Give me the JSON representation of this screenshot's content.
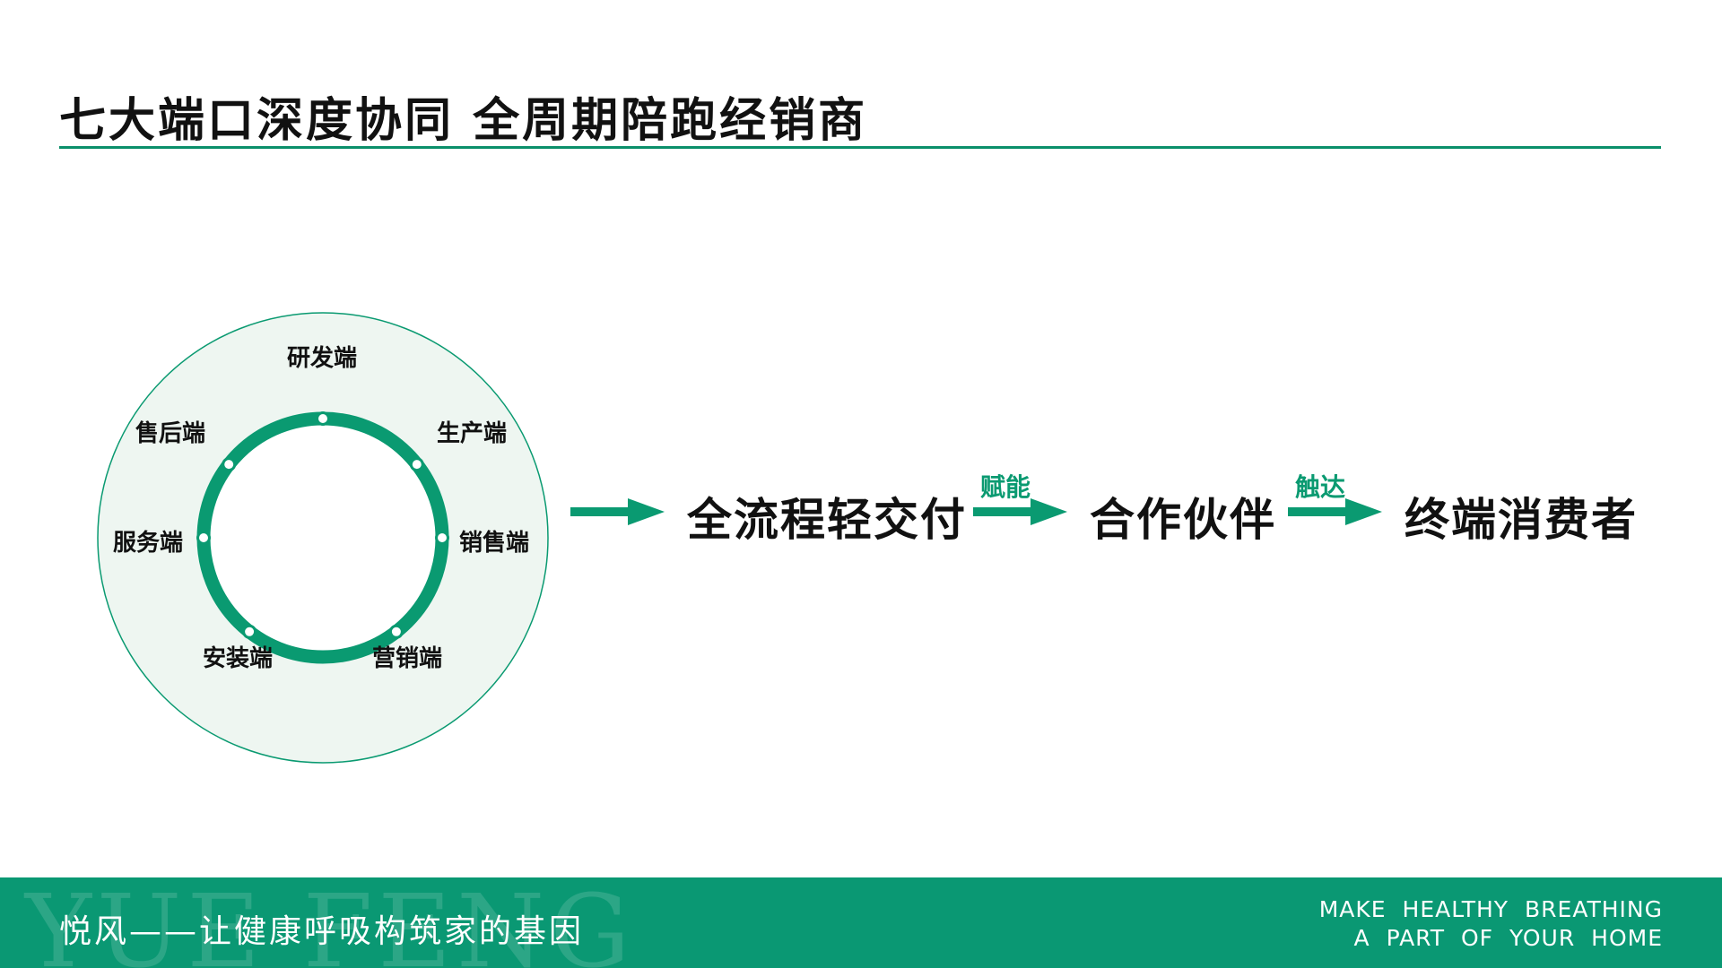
{
  "title": "七大端口深度协同  全周期陪跑经销商",
  "colors": {
    "accent": "#0a9a71",
    "ring_fill": "#eef6f1",
    "footer": "#0a9873"
  },
  "ring_nodes": [
    {
      "label": "研发端"
    },
    {
      "label": "生产端"
    },
    {
      "label": "销售端"
    },
    {
      "label": "营销端"
    },
    {
      "label": "安装端"
    },
    {
      "label": "服务端"
    },
    {
      "label": "售后端"
    }
  ],
  "flow": {
    "steps": [
      "全流程轻交付",
      "合作伙伴",
      "终端消费者"
    ],
    "edge_labels": [
      "赋能",
      "触达"
    ]
  },
  "footer": {
    "watermark": "YUE FENG",
    "slogan": "悦风——让健康呼吸构筑家的基因",
    "english_line1": "MAKE HEALTHY BREATHING",
    "english_line2": "A PART OF YOUR HOME"
  }
}
